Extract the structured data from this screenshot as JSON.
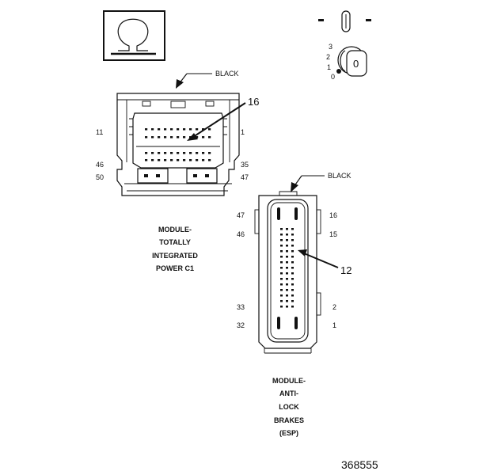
{
  "figure_id": "368555",
  "symbol": {
    "name": "omega-symbol",
    "glyph": "Ω"
  },
  "ignition": {
    "numbers": [
      "3",
      "2",
      "1",
      "0"
    ],
    "key_label": "0"
  },
  "connector_c1": {
    "wire_color": "BLACK",
    "callout": "16",
    "pins": {
      "top_left": "11",
      "top_right": "1",
      "mid_left": "46",
      "mid_right": "35",
      "bot_left": "50",
      "bot_right": "47"
    },
    "caption": [
      "MODULE-",
      "TOTALLY",
      "INTEGRATED",
      "POWER C1"
    ]
  },
  "connector_abs": {
    "wire_color": "BLACK",
    "callout": "12",
    "pins": {
      "r1_left": "47",
      "r1_right": "16",
      "r2_left": "46",
      "r2_right": "15",
      "r3_left": "33",
      "r3_right": "2",
      "r4_left": "32",
      "r4_right": "1"
    },
    "caption": [
      "MODULE-",
      "ANTI-",
      "LOCK",
      "BRAKES",
      "(ESP)"
    ]
  }
}
